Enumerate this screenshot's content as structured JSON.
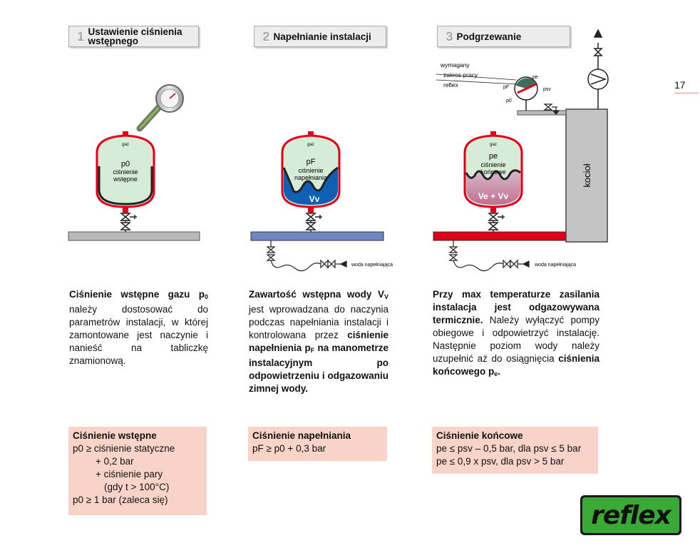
{
  "page_number": "17",
  "step1": {
    "num": "1",
    "title": "Ustawienie ciśnienia wstępnego",
    "vessel_top": "gaz",
    "vessel_p": "p0",
    "vessel_label": "ciśnienie wstępne",
    "text": "Ciśnienie wstępne gazu p0 należy dostosować do parametrów instalacji, w której zamontowane jest naczynie i nanieść na tabliczkę znamionową.",
    "formula_title": "Ciśnienie wstępne",
    "formula_lines": [
      "p0 ≥ ciśnienie statyczne",
      "+ 0,2 bar",
      "+ ciśnienie pary",
      "(gdy t > 100°C)",
      "p0 ≥ 1 bar (zaleca się)"
    ]
  },
  "step2": {
    "num": "2",
    "title": "Napełnianie instalacji",
    "vessel_top": "gaz",
    "vessel_p": "pF",
    "vessel_label": "ciśnienie napełniania",
    "vessel_water": "Vv",
    "water_label": "woda napełniająca",
    "text": "Zawartość wstępna wody Vv jest wprowadzana do naczynia podczas napełniania instalacji i kontrolowana przez ciśnienie napełnienia pF na manometrze instalacyjnym po odpowietrzeniu i odgazowaniu zimnej wody.",
    "formula_title": "Ciśnienie napełniania",
    "formula_lines": [
      "pF ≥ p0 + 0,3 bar"
    ]
  },
  "step3": {
    "num": "3",
    "title": "Podgrzewanie",
    "vessel_top": "gaz",
    "vessel_p": "pe",
    "vessel_label": "ciśnienie końcowe",
    "vessel_water": "Ve + Vv",
    "water_label": "woda napełniająca",
    "boiler_label": "kocioł",
    "gauge_caption": [
      "wymagany",
      "zakres pracy",
      "reflex"
    ],
    "gauge_pe": "pe",
    "gauge_pf": "pF",
    "gauge_p0": "p0",
    "psv": "psv",
    "text": "Przy max temperaturze zasilania instalacja jest odgazowywana termicznie. Należy wyłączyć pompy obiegowe i odpowietrzyć instalację. Następnie poziom wody należy uzupełnić aż do osiągnięcia ciśnienia końcowego pe.",
    "formula_title": "Ciśnienie końcowe",
    "formula_lines": [
      "pe ≤ psv – 0,5 bar, dla psv ≤ 5 bar",
      "pe ≤ 0,9 x psv, dla psv > 5 bar"
    ]
  },
  "logo_text": "reflex",
  "colors": {
    "pipe_grey": "#b9b9b9",
    "pipe_blue": "#6f86c4",
    "pipe_red": "#e0001a",
    "gas": "#d6ecd6",
    "water": "#0f5fb4",
    "formula_bg": "#f7d3c8",
    "logo_green": "#3aa935"
  }
}
